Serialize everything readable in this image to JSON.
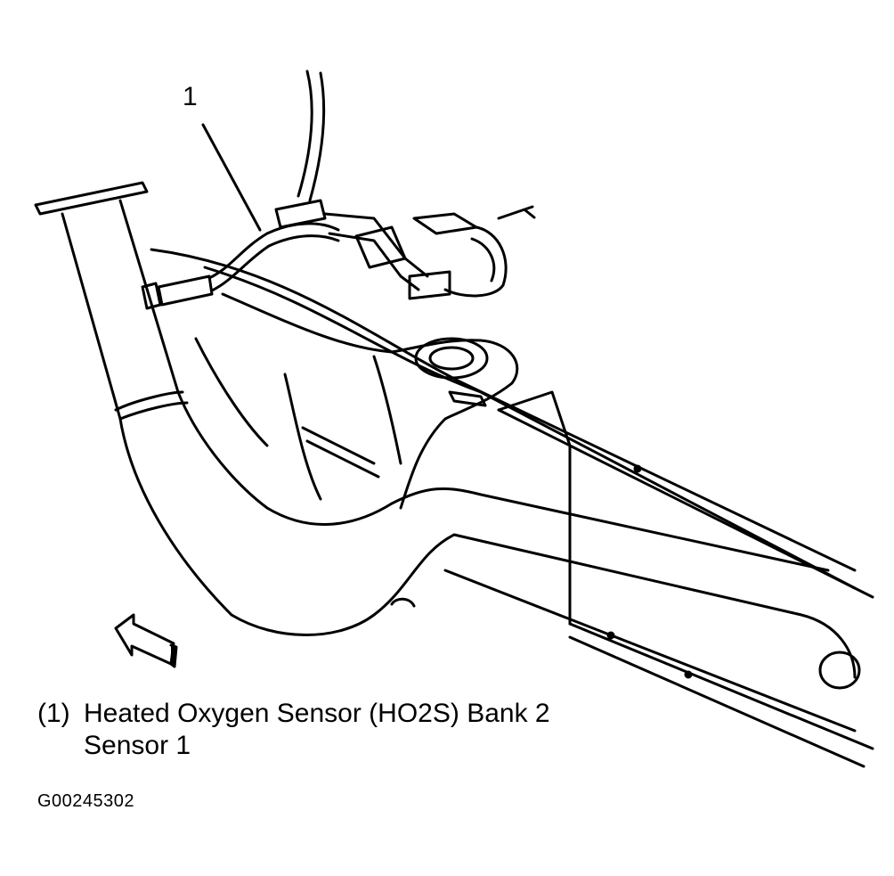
{
  "diagram": {
    "callout_number": "1",
    "legend": {
      "number": "(1)",
      "line1": "Heated Oxygen Sensor (HO2S) Bank 2",
      "line2": "Sensor 1"
    },
    "figure_id": "G00245302"
  },
  "colors": {
    "ink": "#000000",
    "paper": "#ffffff"
  },
  "icons": [
    "direction-arrow-icon"
  ]
}
